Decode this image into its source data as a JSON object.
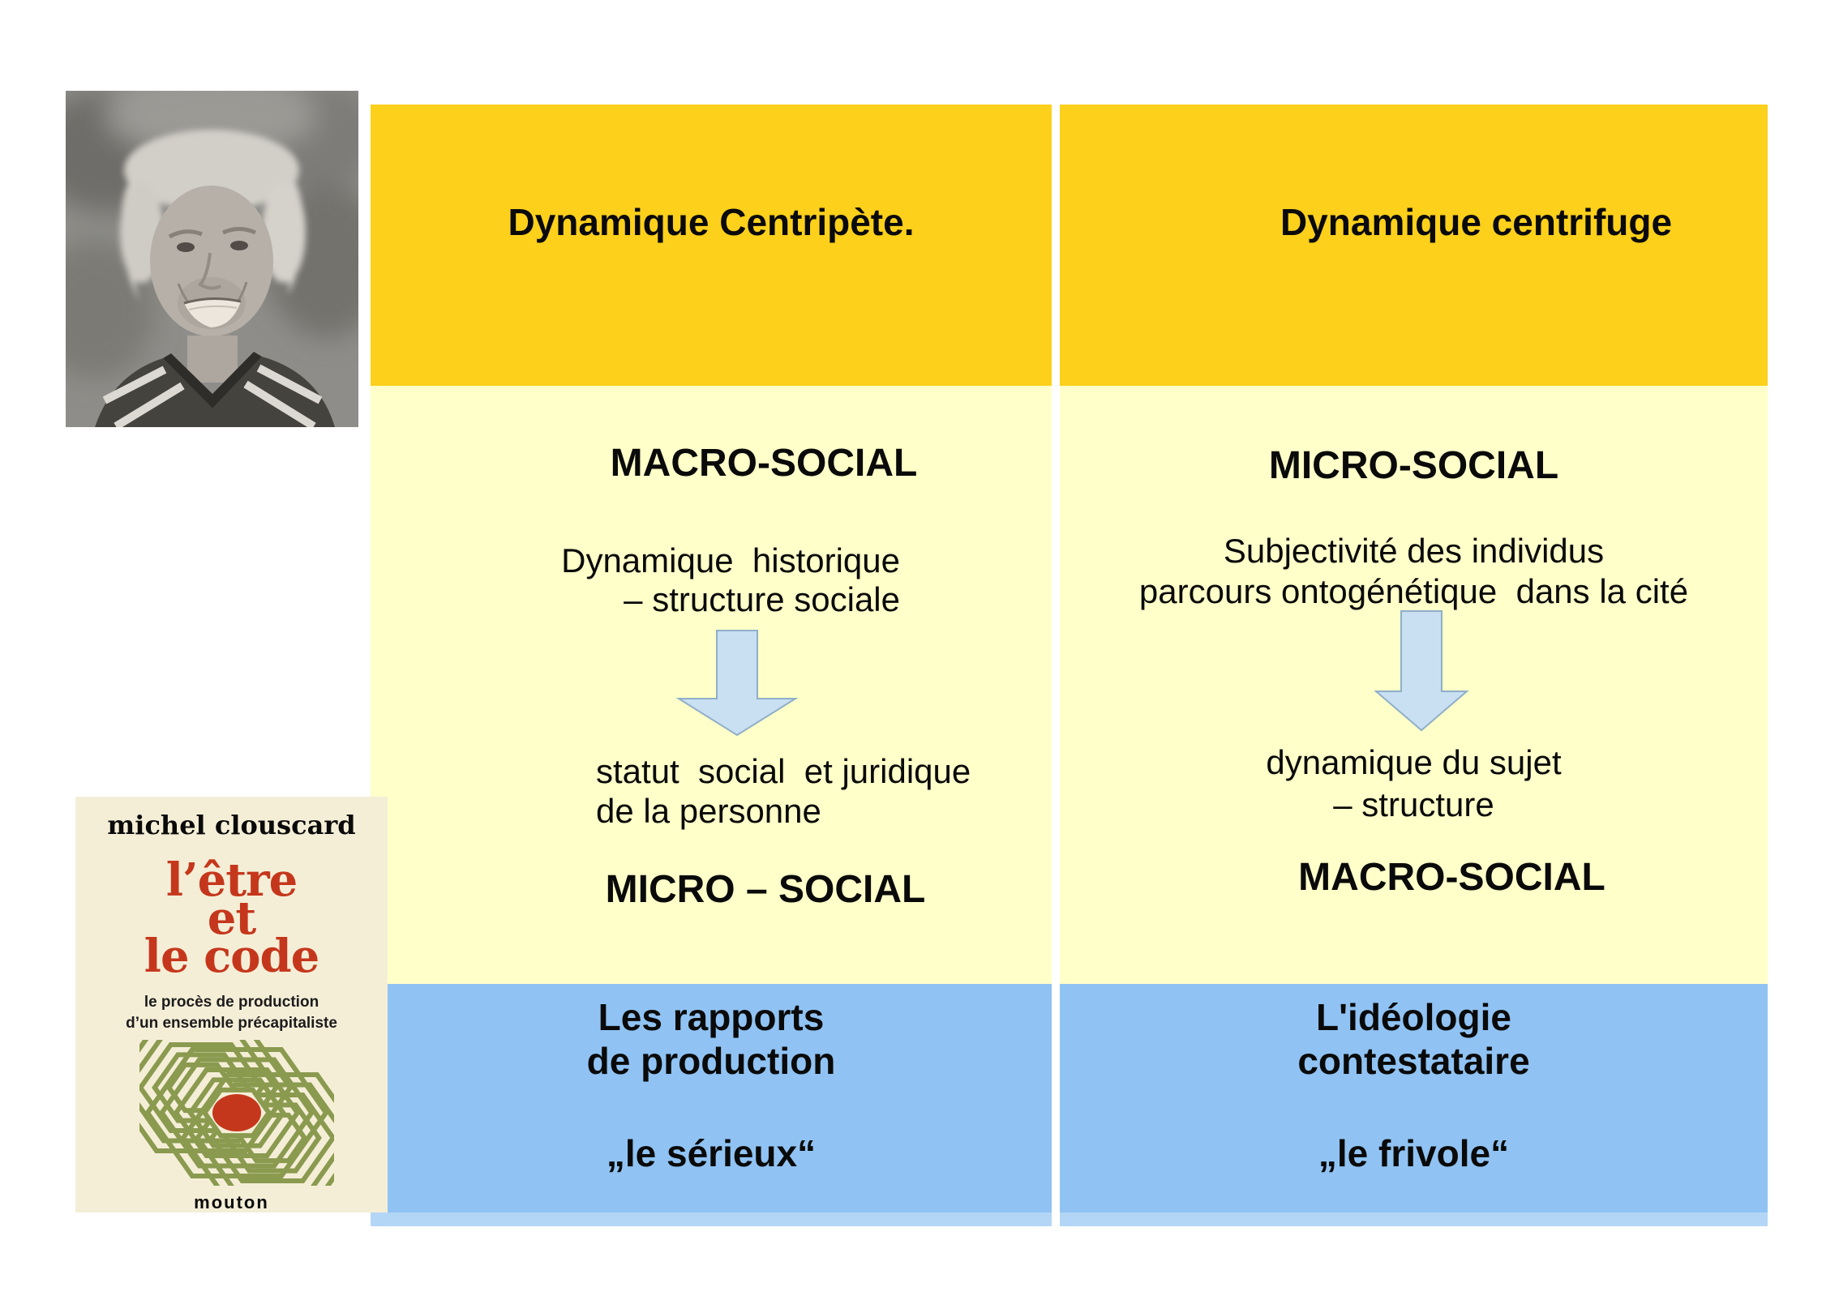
{
  "colors": {
    "header_yellow": "#FCD01B",
    "body_cream": "#FFFFC9",
    "footer_blue": "#90C3F3",
    "footer_blue_light": "#B3D6F7",
    "arrow_fill": "#C9DFF2",
    "arrow_stroke": "#8FAFC9",
    "book_bg": "#F5EED7",
    "book_red": "#C5371C",
    "book_green": "#8A9A4F",
    "text_black": "#0A0A0A",
    "divider_white": "#FFFFFF",
    "page_bg": "#FFFFFF"
  },
  "table": {
    "columns": [
      {
        "id": "left",
        "header": "Dynamique Centripète.",
        "body": {
          "title": "MACRO-SOCIAL",
          "para1": "Dynamique  historique\n– structure sociale",
          "para2": "statut  social  et juridique\nde la personne",
          "subtitle": "MICRO – SOCIAL"
        },
        "footer": {
          "line1": "Les rapports\nde production",
          "quote": "„le sérieux“"
        }
      },
      {
        "id": "right",
        "header": "Dynamique centrifuge",
        "body": {
          "title": "MICRO-SOCIAL",
          "para1": "Subjectivité des individus\nparcours ontogénétique  dans la cité",
          "para2": "dynamique du sujet\n– structure",
          "subtitle": "MACRO-SOCIAL"
        },
        "footer": {
          "line1": "L'idéologie\ncontestataire",
          "quote": "„le frivole“"
        }
      }
    ]
  },
  "book": {
    "author": "michel clouscard",
    "title": "l’être\net\nle code",
    "subtitle": "le procès de production\nd’un ensemble précapitaliste",
    "publisher": "mouton"
  }
}
